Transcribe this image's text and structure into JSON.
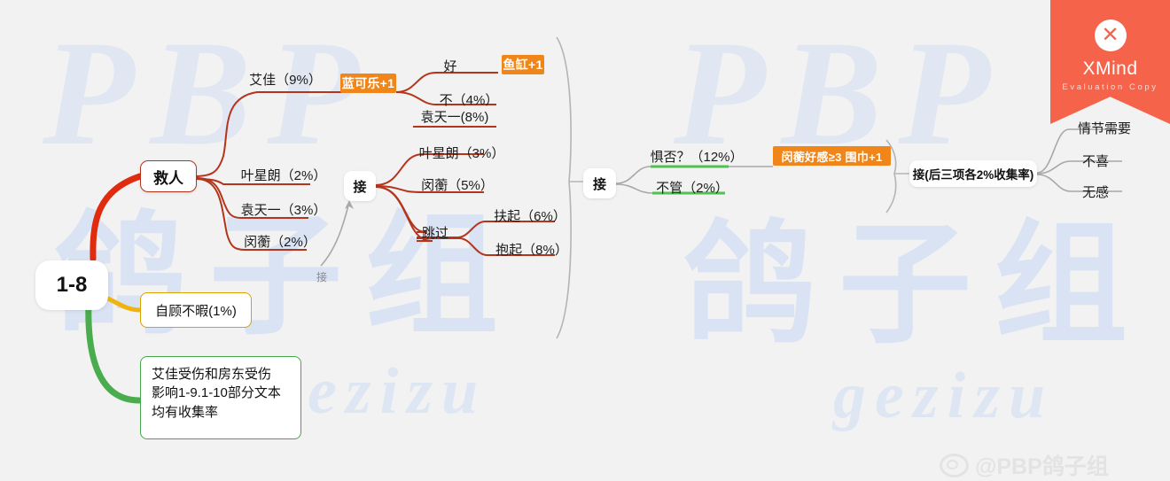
{
  "app": {
    "watermark_brand": "XMind",
    "watermark_sub": "Evaluation Copy",
    "logo_glyph": "✕"
  },
  "background_watermark": {
    "latin_top": "PBP",
    "latin_top2": "PBP",
    "cn": "鸽子组",
    "latin_bottom": "gezizu"
  },
  "footer_watermark": {
    "handle": "@PBP鸽子组",
    "icon": "weibo-icon"
  },
  "root": {
    "label": "1-8"
  },
  "branches": {
    "rescue": {
      "label": "救人"
    },
    "self_care": {
      "label": "自顾不暇(1%)"
    },
    "note": {
      "label": "艾佳受伤和房东受伤\n影响1-9.1-10部分文本\n均有收集率"
    }
  },
  "rescue_children": [
    {
      "label": "艾佳（9%）"
    },
    {
      "label": "叶星朗（2%）"
    },
    {
      "label": "袁天一（3%）"
    },
    {
      "label": "闵蘅（2%）"
    }
  ],
  "badges": {
    "blue_cola": "蓝可乐+1",
    "fish_tank": "鱼缸+1",
    "scarf": "闵蘅好感≥3 围巾+1"
  },
  "cola_children": [
    {
      "label": "好"
    },
    {
      "label": "不（4%）"
    },
    {
      "label": "袁天一(8%)"
    }
  ],
  "accept_node": {
    "label": "接"
  },
  "accept_children": [
    {
      "label": "叶星朗（3%）"
    },
    {
      "label": "闵蘅（5%）"
    },
    {
      "label": "跳过"
    }
  ],
  "skip_children": [
    {
      "label": "扶起（6%）"
    },
    {
      "label": "抱起（8%）"
    }
  ],
  "arrow_label": {
    "label": "接"
  },
  "accept2_node": {
    "label": "接"
  },
  "accept2_children": [
    {
      "label": "惧否？（12%）"
    },
    {
      "label": "不管（2%）"
    }
  ],
  "accept3_node": {
    "label": "接(后三项各2%收集率)"
  },
  "accept3_children": [
    {
      "label": "情节需要"
    },
    {
      "label": "不喜"
    },
    {
      "label": "无感"
    }
  ],
  "colors": {
    "red_branch": "#e02b0f",
    "dark_red_link": "#b5341c",
    "yellow_branch": "#f0b20c",
    "green_branch": "#49ad4e",
    "green_underline": "#4fc24f",
    "gray_link": "#9a9a9a",
    "orange_badge": "#f08519",
    "xmind_red": "#f4634a"
  }
}
